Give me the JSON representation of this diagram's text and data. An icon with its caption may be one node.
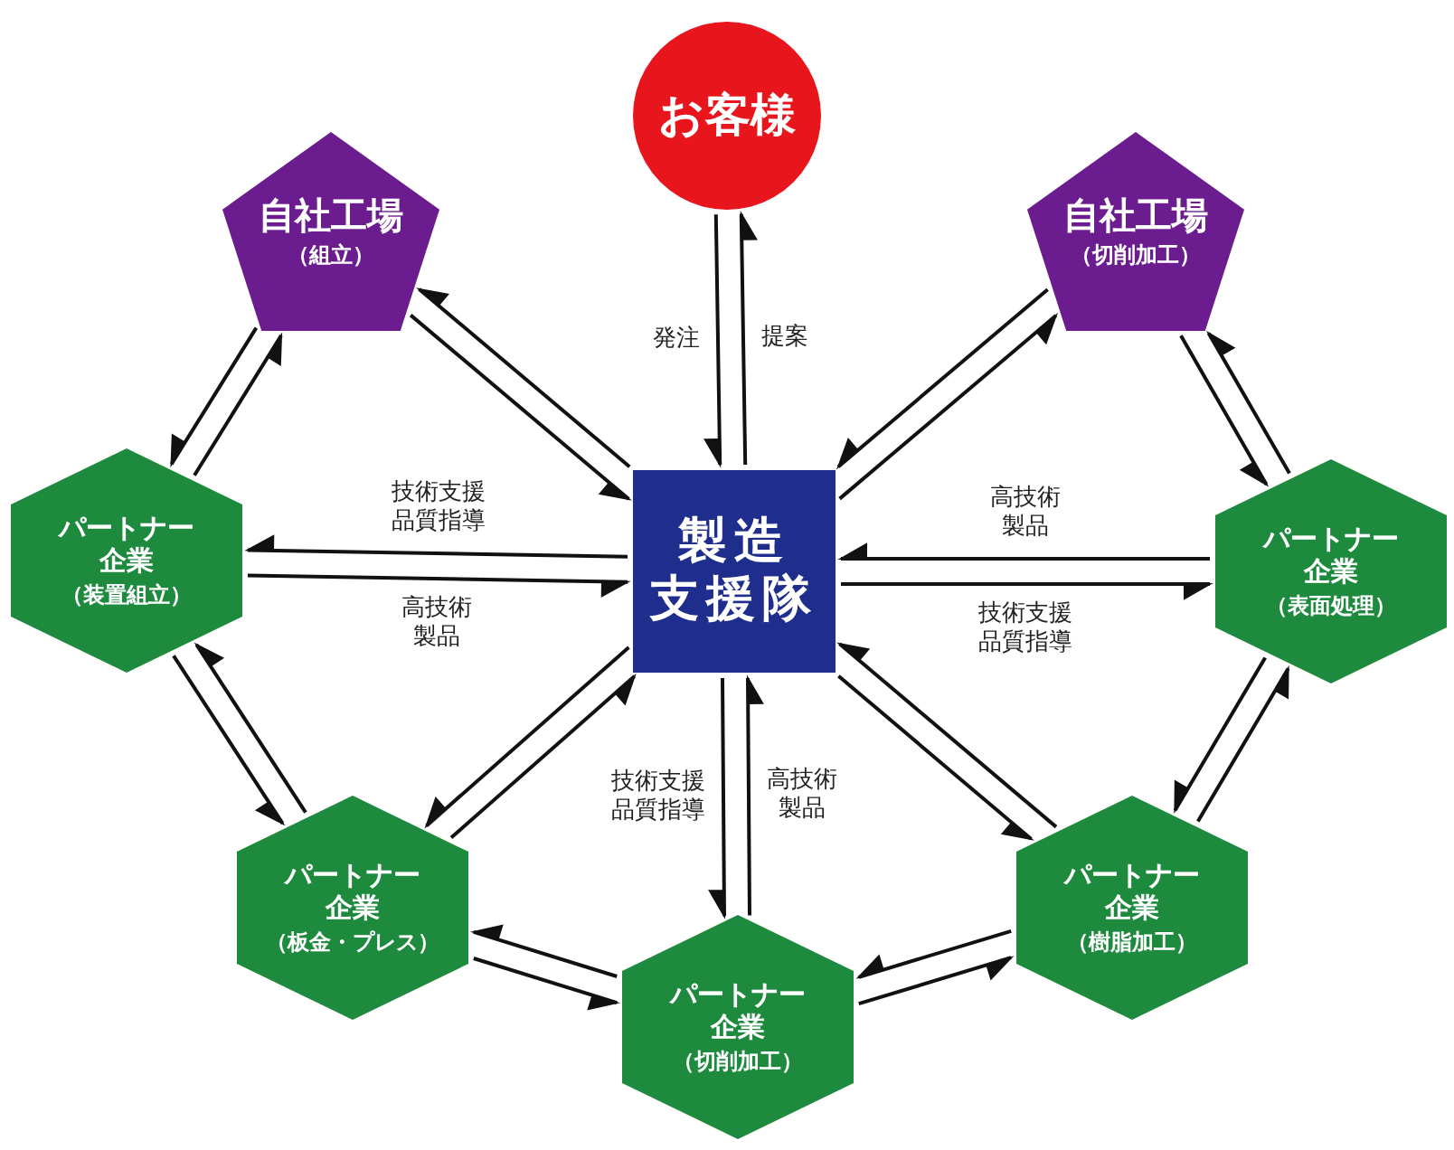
{
  "diagram": {
    "nodes": [
      {
        "text": [
          "お客様"
        ]
      },
      {
        "text": [
          "自社工場",
          "（組立）"
        ]
      },
      {
        "text": [
          "自社工場",
          "（切削加工）"
        ]
      },
      {
        "text": [
          "パートナー企業",
          "（装置組立）"
        ]
      },
      {
        "text": [
          "製造支援隊"
        ]
      },
      {
        "text": [
          "パートナー企業",
          "（表面処理）"
        ]
      },
      {
        "text": [
          "パートナー企業",
          "（板金・プレス）"
        ]
      },
      {
        "text": [
          "パートナー企業",
          "（樹脂加工）"
        ]
      },
      {
        "text": [
          "パートナー企業",
          "（切削加工）"
        ]
      }
    ],
    "edges": [
      {
        "from": 0,
        "to": 4,
        "arrow": "to",
        "label": "発注"
      },
      {
        "from": 4,
        "to": 0,
        "arrow": "to",
        "label": "提案"
      },
      {
        "from": 4,
        "to": 3,
        "arrow": "to",
        "label": "技術支援品質指導"
      },
      {
        "from": 3,
        "to": 4,
        "arrow": "to",
        "label": "高技術製品"
      },
      {
        "from": 5,
        "to": 4,
        "arrow": "to",
        "label": "高技術製品"
      },
      {
        "from": 4,
        "to": 5,
        "arrow": "to",
        "label": "技術支援品質指導"
      },
      {
        "from": 4,
        "to": 8,
        "arrow": "to",
        "label": "技術支援品質指導"
      },
      {
        "from": 8,
        "to": 4,
        "arrow": "to",
        "label": "高技術製品"
      },
      {
        "from": 1,
        "to": 4,
        "arrow": "to"
      },
      {
        "from": 4,
        "to": 1,
        "arrow": "to"
      },
      {
        "from": 2,
        "to": 4,
        "arrow": "to"
      },
      {
        "from": 4,
        "to": 2,
        "arrow": "to"
      },
      {
        "from": 6,
        "to": 4,
        "arrow": "to"
      },
      {
        "from": 4,
        "to": 6,
        "arrow": "to"
      },
      {
        "from": 7,
        "to": 4,
        "arrow": "to"
      },
      {
        "from": 4,
        "to": 7,
        "arrow": "to"
      },
      {
        "from": 1,
        "to": 3,
        "arrow": "to"
      },
      {
        "from": 3,
        "to": 1,
        "arrow": "to"
      },
      {
        "from": 3,
        "to": 6,
        "arrow": "to"
      },
      {
        "from": 6,
        "to": 3,
        "arrow": "to"
      },
      {
        "from": 6,
        "to": 8,
        "arrow": "to"
      },
      {
        "from": 8,
        "to": 6,
        "arrow": "to"
      },
      {
        "from": 8,
        "to": 7,
        "arrow": "to"
      },
      {
        "from": 7,
        "to": 8,
        "arrow": "to"
      },
      {
        "from": 7,
        "to": 5,
        "arrow": "to"
      },
      {
        "from": 5,
        "to": 7,
        "arrow": "to"
      },
      {
        "from": 5,
        "to": 2,
        "arrow": "to"
      },
      {
        "from": 2,
        "to": 5,
        "arrow": "to"
      }
    ]
  }
}
